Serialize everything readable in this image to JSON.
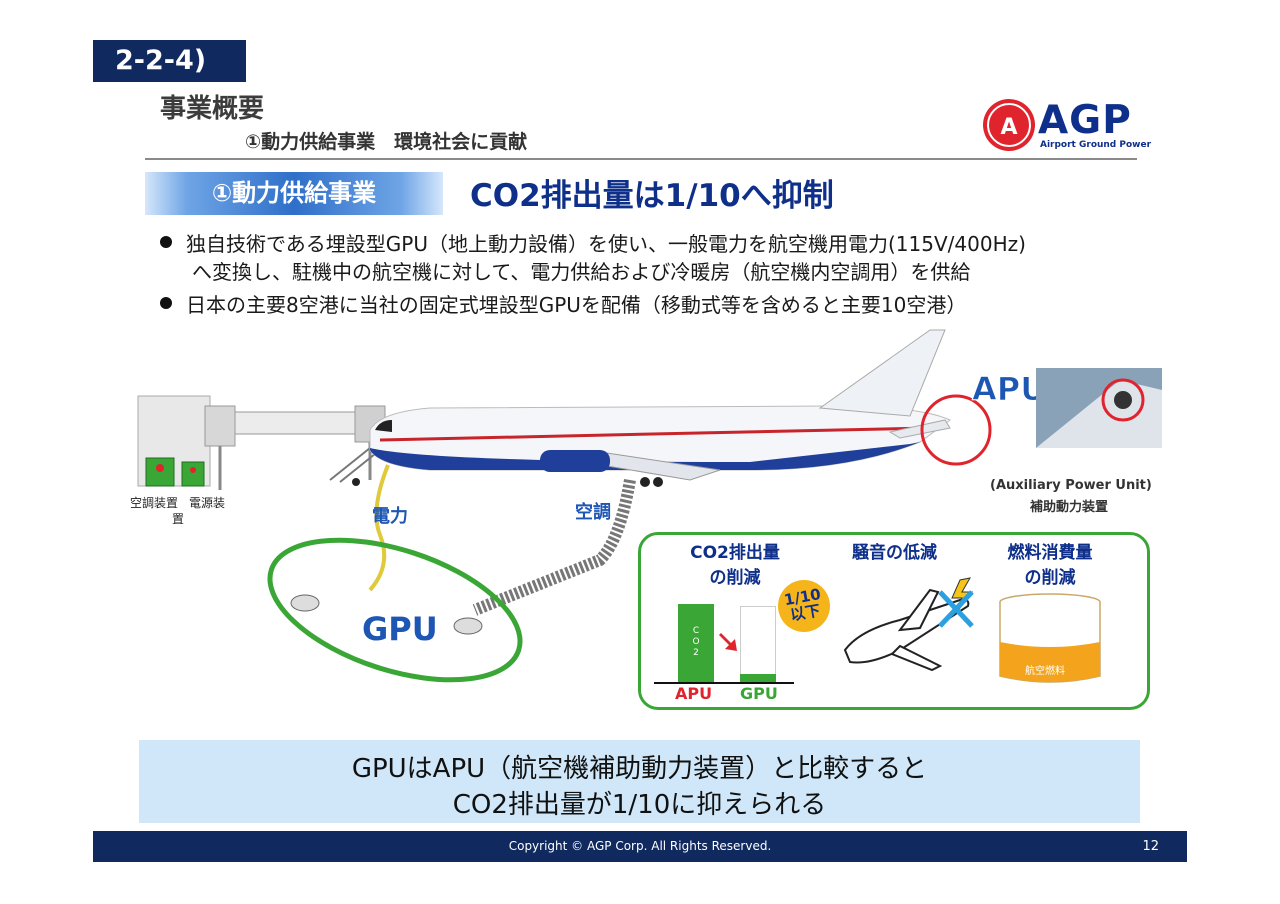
{
  "section_number": "2-2-4)",
  "heading": "事業概要",
  "subheading": "①動力供給事業　環境社会に貢献",
  "logo": {
    "text": "AGP",
    "subtitle": "Airport Ground Power",
    "mark_color": "#e0242e",
    "text_color": "#0e2f8a"
  },
  "tag_label": "①動力供給事業",
  "headline": "CO2排出量は1/10へ抑制",
  "bullets": [
    {
      "line1": "独自技術である埋設型GPU（地上動力設備）を使い、一般電力を航空機用電力(115V/400Hz)",
      "line2": "へ変換し、駐機中の航空機に対して、電力供給および冷暖房（航空機内空調用）を供給"
    },
    {
      "line1": "日本の主要8空港に当社の固定式埋設型GPUを配備（移動式等を含めると主要10空港）"
    }
  ],
  "diagram": {
    "apu_label": "APU",
    "apu_caption_en": "(Auxiliary Power Unit)",
    "apu_caption_jp": "補助動力装置",
    "aircon_unit_label": "空調装置",
    "aircon_unit_label_2": "置",
    "power_unit_label": "電源装",
    "power_label": "電力",
    "aircon_label": "空調",
    "gpu_label": "GPU"
  },
  "benefits": {
    "co2_title_1": "CO2排出量",
    "co2_title_2": "の削減",
    "noise_title": "騒音の低減",
    "fuel_title_1": "燃料消費量",
    "fuel_title_2": "の削減",
    "ratio_badge_1": "1/10",
    "ratio_badge_2": "以下",
    "bar_apu_label": "APU",
    "bar_gpu_label": "GPU",
    "bar_inner_label": [
      "C",
      "O",
      "2"
    ],
    "fuel_tank_label": "航空燃料",
    "bar_values": {
      "APU": 10,
      "GPU": 1
    }
  },
  "summary": {
    "line1": "GPUはAPU（航空機補助動力装置）と比較すると",
    "line2": "CO2排出量が1/10に抑えられる"
  },
  "footer": {
    "copyright": "Copyright © AGP Corp. All Rights Reserved.",
    "page": "12"
  },
  "colors": {
    "navy": "#10295f",
    "accent_blue": "#0e2f8a",
    "green": "#3aa635",
    "red": "#e0242e",
    "light_blue_bg": "#cfe7f8"
  }
}
